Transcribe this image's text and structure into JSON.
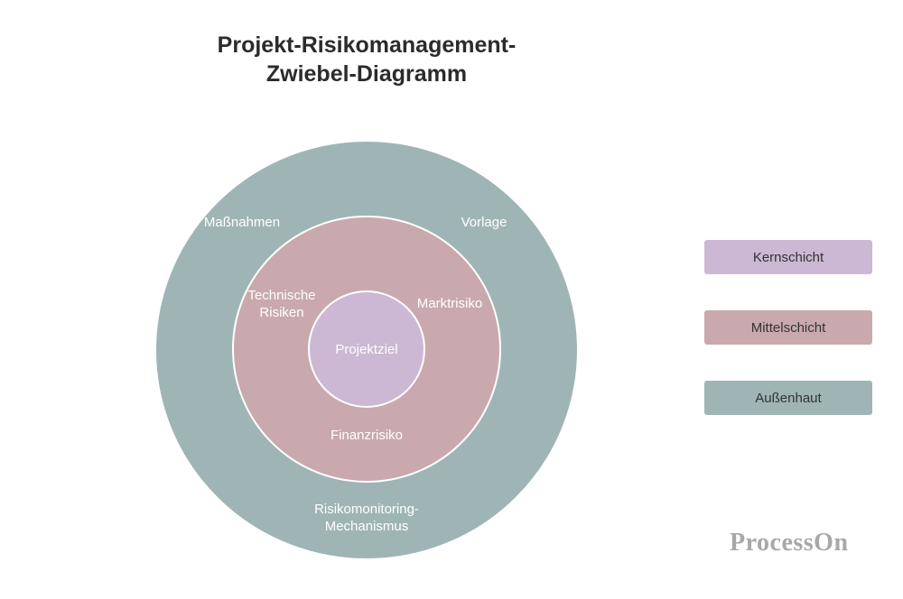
{
  "title": {
    "line1": "Projekt-Risikomanagement-",
    "line2": "Zwiebel-Diagramm"
  },
  "colors": {
    "core": "#ccb8d4",
    "middle": "#c9a9ad",
    "outer": "#9fb5b5",
    "ring_label": "#ffffff",
    "legend_text": "#333333"
  },
  "layers": {
    "outer": {
      "labels": [
        "Maßnahmen",
        "Vorlage",
        "Risikomonitoring-",
        "Mechanismus"
      ]
    },
    "middle": {
      "labels": [
        "Technische",
        "Risiken",
        "Marktrisiko",
        "Finanzrisiko"
      ]
    },
    "core": {
      "label": "Projektziel"
    }
  },
  "legend": [
    {
      "label": "Kernschicht",
      "color": "#ccb8d4"
    },
    {
      "label": "Mittelschicht",
      "color": "#c9a9ad"
    },
    {
      "label": "Außenhaut",
      "color": "#9fb5b5"
    }
  ],
  "watermark": "ProcessOn"
}
